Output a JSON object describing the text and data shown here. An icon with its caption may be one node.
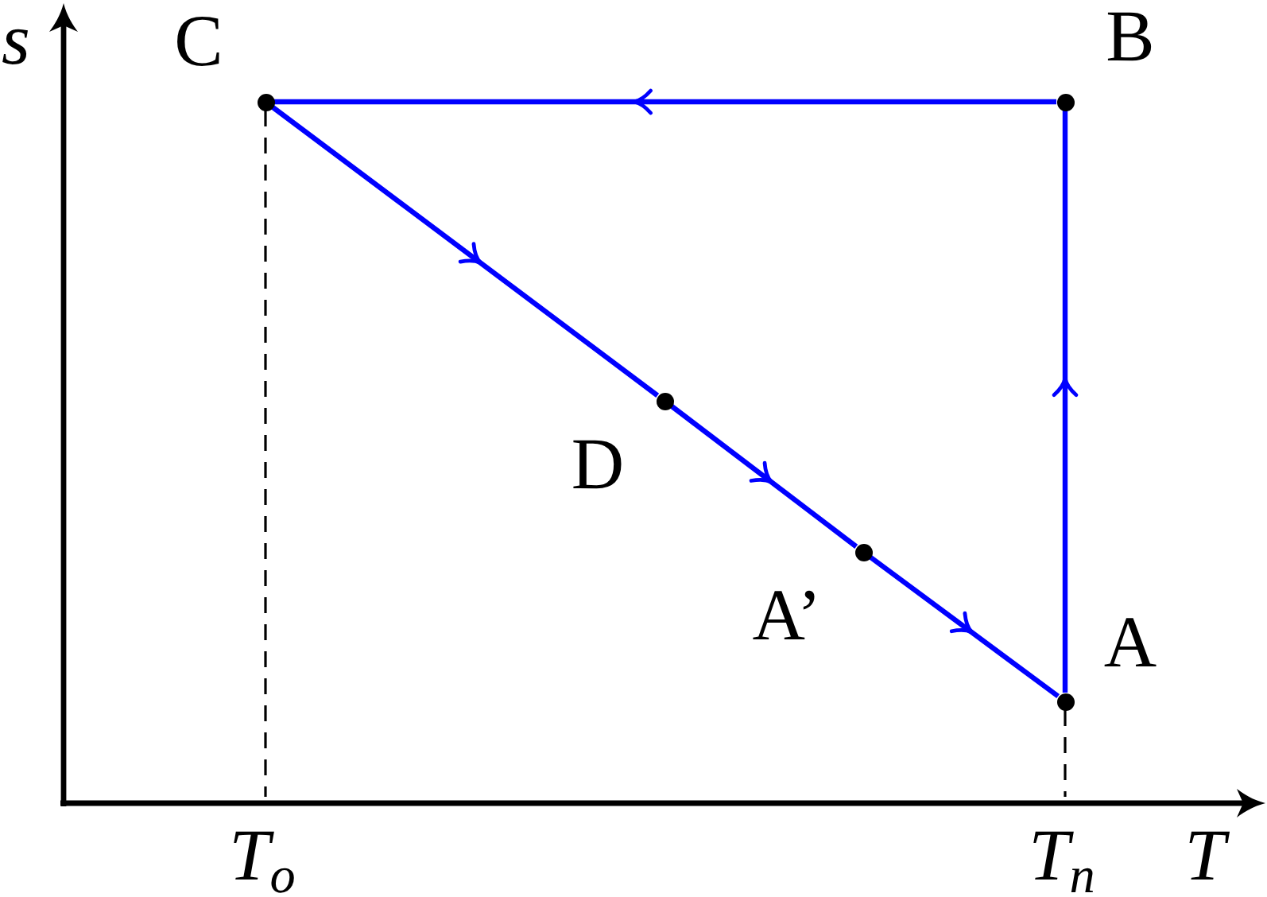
{
  "diagram": {
    "nodes": [
      {
        "text": [],
        "shape": "circle",
        "beside": [
          "C"
        ]
      },
      {
        "text": [],
        "shape": "circle",
        "beside": [
          "B"
        ]
      },
      {
        "text": [],
        "shape": "circle",
        "beside": [
          "D"
        ]
      },
      {
        "text": [],
        "shape": "circle",
        "beside": [
          "A’"
        ]
      },
      {
        "text": [],
        "shape": "circle",
        "beside": [
          "A"
        ]
      }
    ],
    "edges": [
      {
        "from": 4,
        "to": 1,
        "arrow": "to"
      },
      {
        "from": 1,
        "to": 0,
        "arrow": "to"
      },
      {
        "from": 0,
        "to": 2,
        "arrow": "to"
      },
      {
        "from": 2,
        "to": 3,
        "arrow": "to"
      },
      {
        "from": 3,
        "to": 4,
        "arrow": "to"
      },
      {
        "from": 0,
        "to": null,
        "arrow": "none",
        "style": "dashed",
        "color": "#000000"
      },
      {
        "from": 4,
        "to": null,
        "arrow": "none",
        "style": "dashed",
        "color": "#000000"
      }
    ],
    "labels": [
      "s",
      "T$_{o}$",
      "T$_{n}$",
      "T"
    ]
  }
}
